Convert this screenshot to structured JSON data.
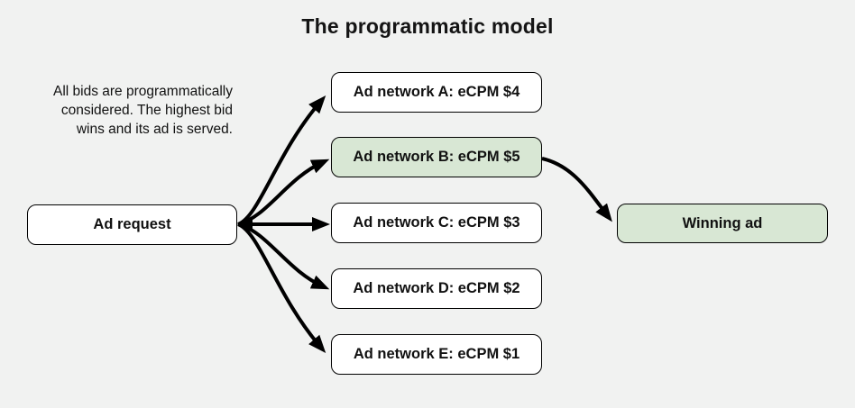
{
  "title": "The programmatic model",
  "intro_text": "All bids are programmatically\nconsidered. The highest bid\nwins and its ad is served.",
  "nodes": {
    "ad_request": {
      "label": "Ad request"
    },
    "networks": [
      {
        "label": "Ad network A: eCPM $4",
        "highlighted": false
      },
      {
        "label": "Ad network B: eCPM $5",
        "highlighted": true
      },
      {
        "label": "Ad network C: eCPM $3",
        "highlighted": false
      },
      {
        "label": "Ad network D: eCPM $2",
        "highlighted": false
      },
      {
        "label": "Ad network E: eCPM $1",
        "highlighted": false
      }
    ],
    "winning_ad": {
      "label": "Winning ad"
    }
  },
  "colors": {
    "background": "#f1f2f1",
    "box_fill": "#ffffff",
    "highlight_fill": "#d8e7d4",
    "border": "#000000",
    "arrow": "#000000",
    "text": "#111111"
  }
}
